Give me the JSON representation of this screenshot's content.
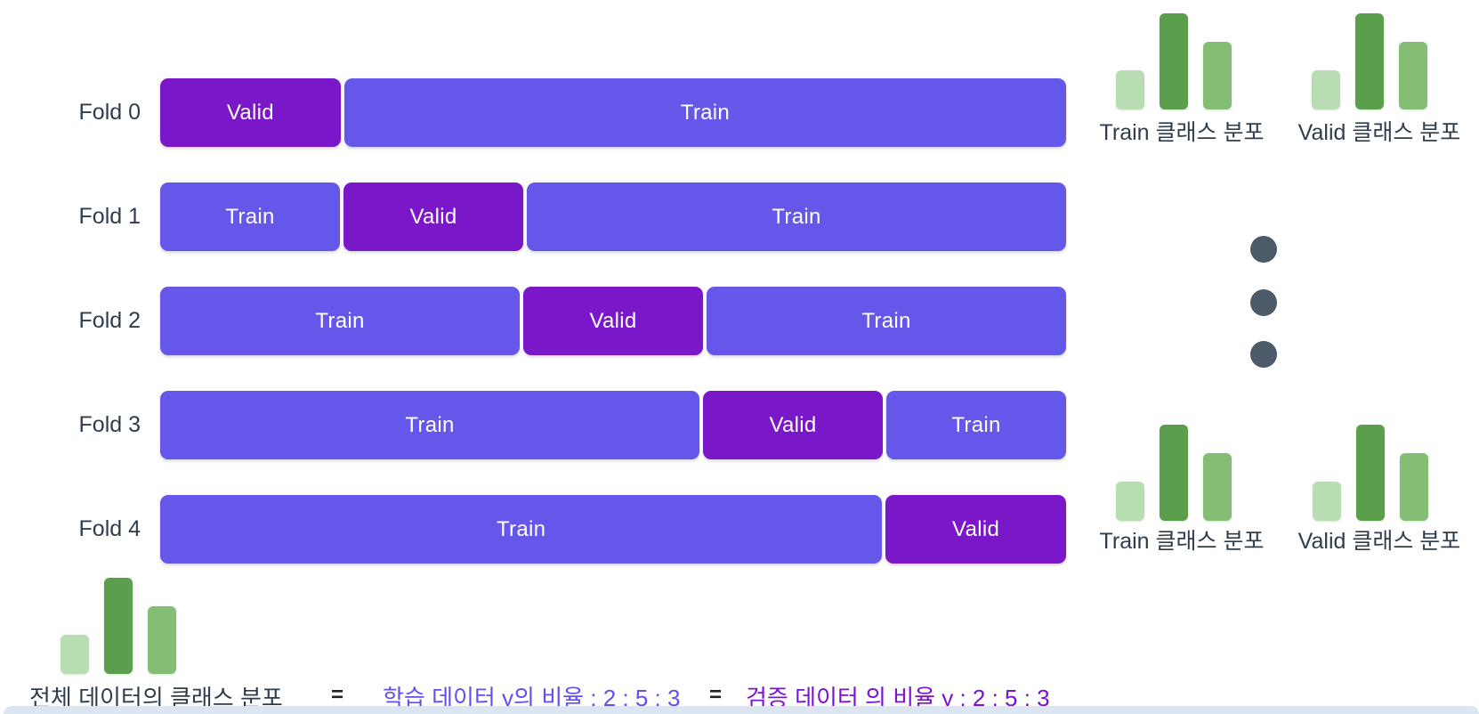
{
  "title": "Stratified K-Fold cross-validation diagram",
  "colors": {
    "train_segment": "#6457ea",
    "valid_segment": "#7a17c8",
    "label_text": "#2e3d4d",
    "ellipsis_dot": "#4d5a6a",
    "train_ratio_text": "#614ff0",
    "valid_ratio_text": "#7c12d1",
    "equals_text": "#222222",
    "bottom_band": "#dce6f2"
  },
  "folds": [
    {
      "label": "Fold 0",
      "segments": [
        {
          "type": "valid",
          "label": "Valid",
          "span": 1
        },
        {
          "type": "train",
          "label": "Train",
          "span": 4
        }
      ]
    },
    {
      "label": "Fold 1",
      "segments": [
        {
          "type": "train",
          "label": "Train",
          "span": 1
        },
        {
          "type": "valid",
          "label": "Valid",
          "span": 1
        },
        {
          "type": "train",
          "label": "Train",
          "span": 3
        }
      ]
    },
    {
      "label": "Fold 2",
      "segments": [
        {
          "type": "train",
          "label": "Train",
          "span": 2
        },
        {
          "type": "valid",
          "label": "Valid",
          "span": 1
        },
        {
          "type": "train",
          "label": "Train",
          "span": 2
        }
      ]
    },
    {
      "label": "Fold 3",
      "segments": [
        {
          "type": "train",
          "label": "Train",
          "span": 3
        },
        {
          "type": "valid",
          "label": "Valid",
          "span": 1
        },
        {
          "type": "train",
          "label": "Train",
          "span": 1
        }
      ]
    },
    {
      "label": "Fold 4",
      "segments": [
        {
          "type": "train",
          "label": "Train",
          "span": 4
        },
        {
          "type": "valid",
          "label": "Valid",
          "span": 1
        }
      ]
    }
  ],
  "mini_charts": {
    "ratio": [
      2,
      5,
      3
    ],
    "bar_heights": [
      44,
      108,
      76
    ],
    "bar_colors": [
      "#b9ddb2",
      "#5b9e4c",
      "#84be74"
    ]
  },
  "labels": {
    "train_dist": "Train 클래스 분포",
    "valid_dist": "Valid 클래스 분포"
  },
  "ellipsis": {
    "dot_count": 3
  },
  "bottom": {
    "overall_dist": "전체 데이터의 클래스 분포",
    "equals": "=",
    "train_ratio": "학습 데이터 y의 비율 : 2 : 5 : 3",
    "valid_ratio": "검증 데이터 의 비율 y : 2 : 5 : 3"
  }
}
